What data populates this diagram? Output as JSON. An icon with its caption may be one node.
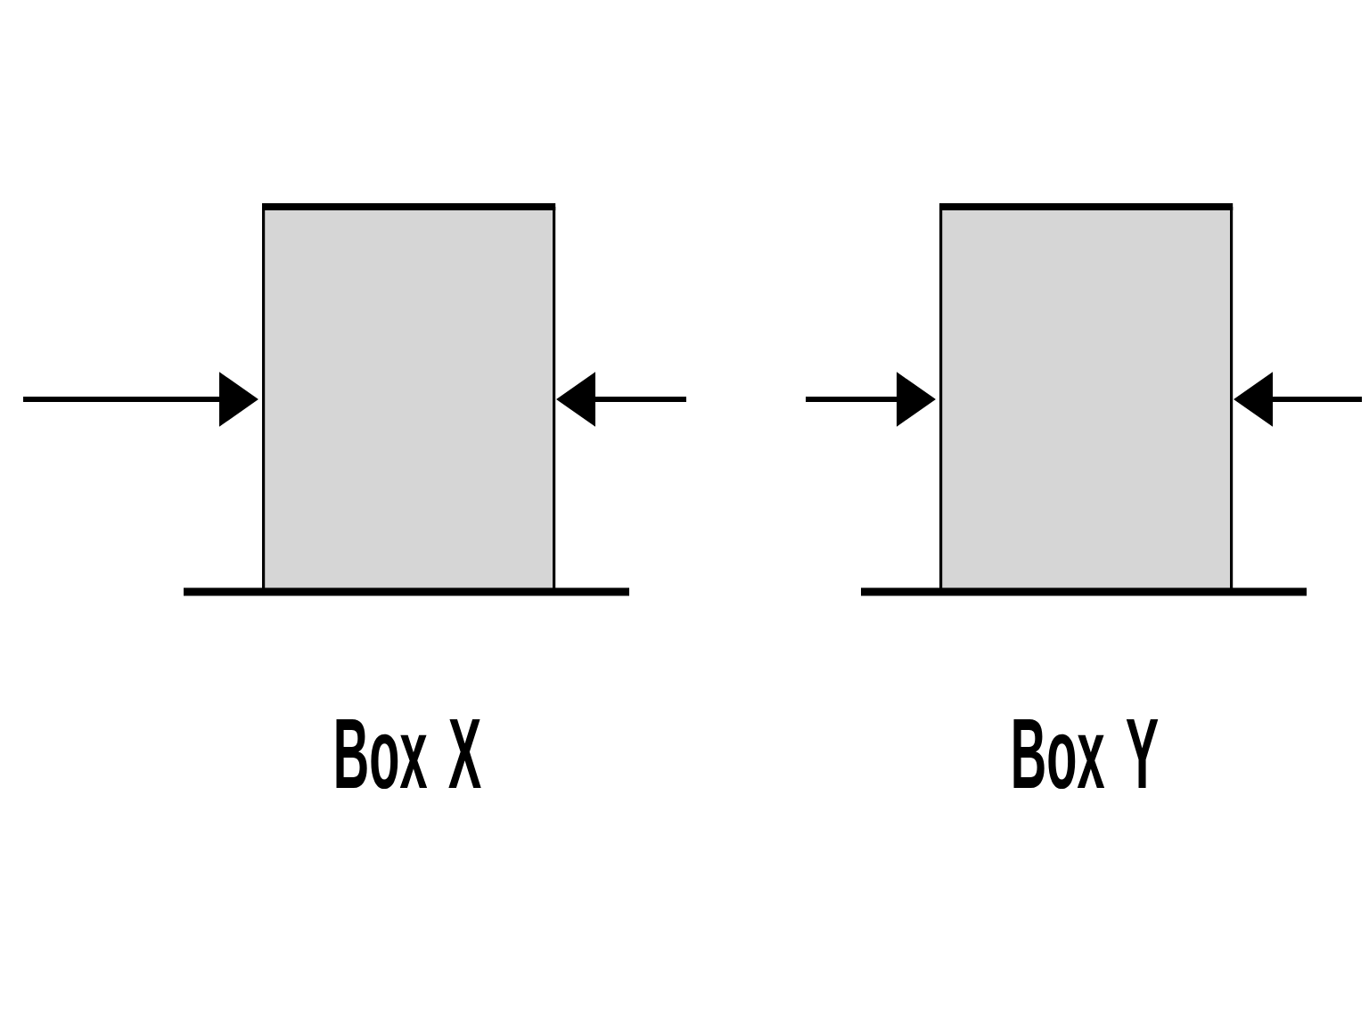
{
  "diagram": {
    "nodes": [
      {
        "text": [],
        "shape": "box",
        "beside": [
          "Box X"
        ]
      },
      {
        "text": [],
        "shape": "box",
        "beside": [
          "Box Y"
        ]
      }
    ]
  }
}
